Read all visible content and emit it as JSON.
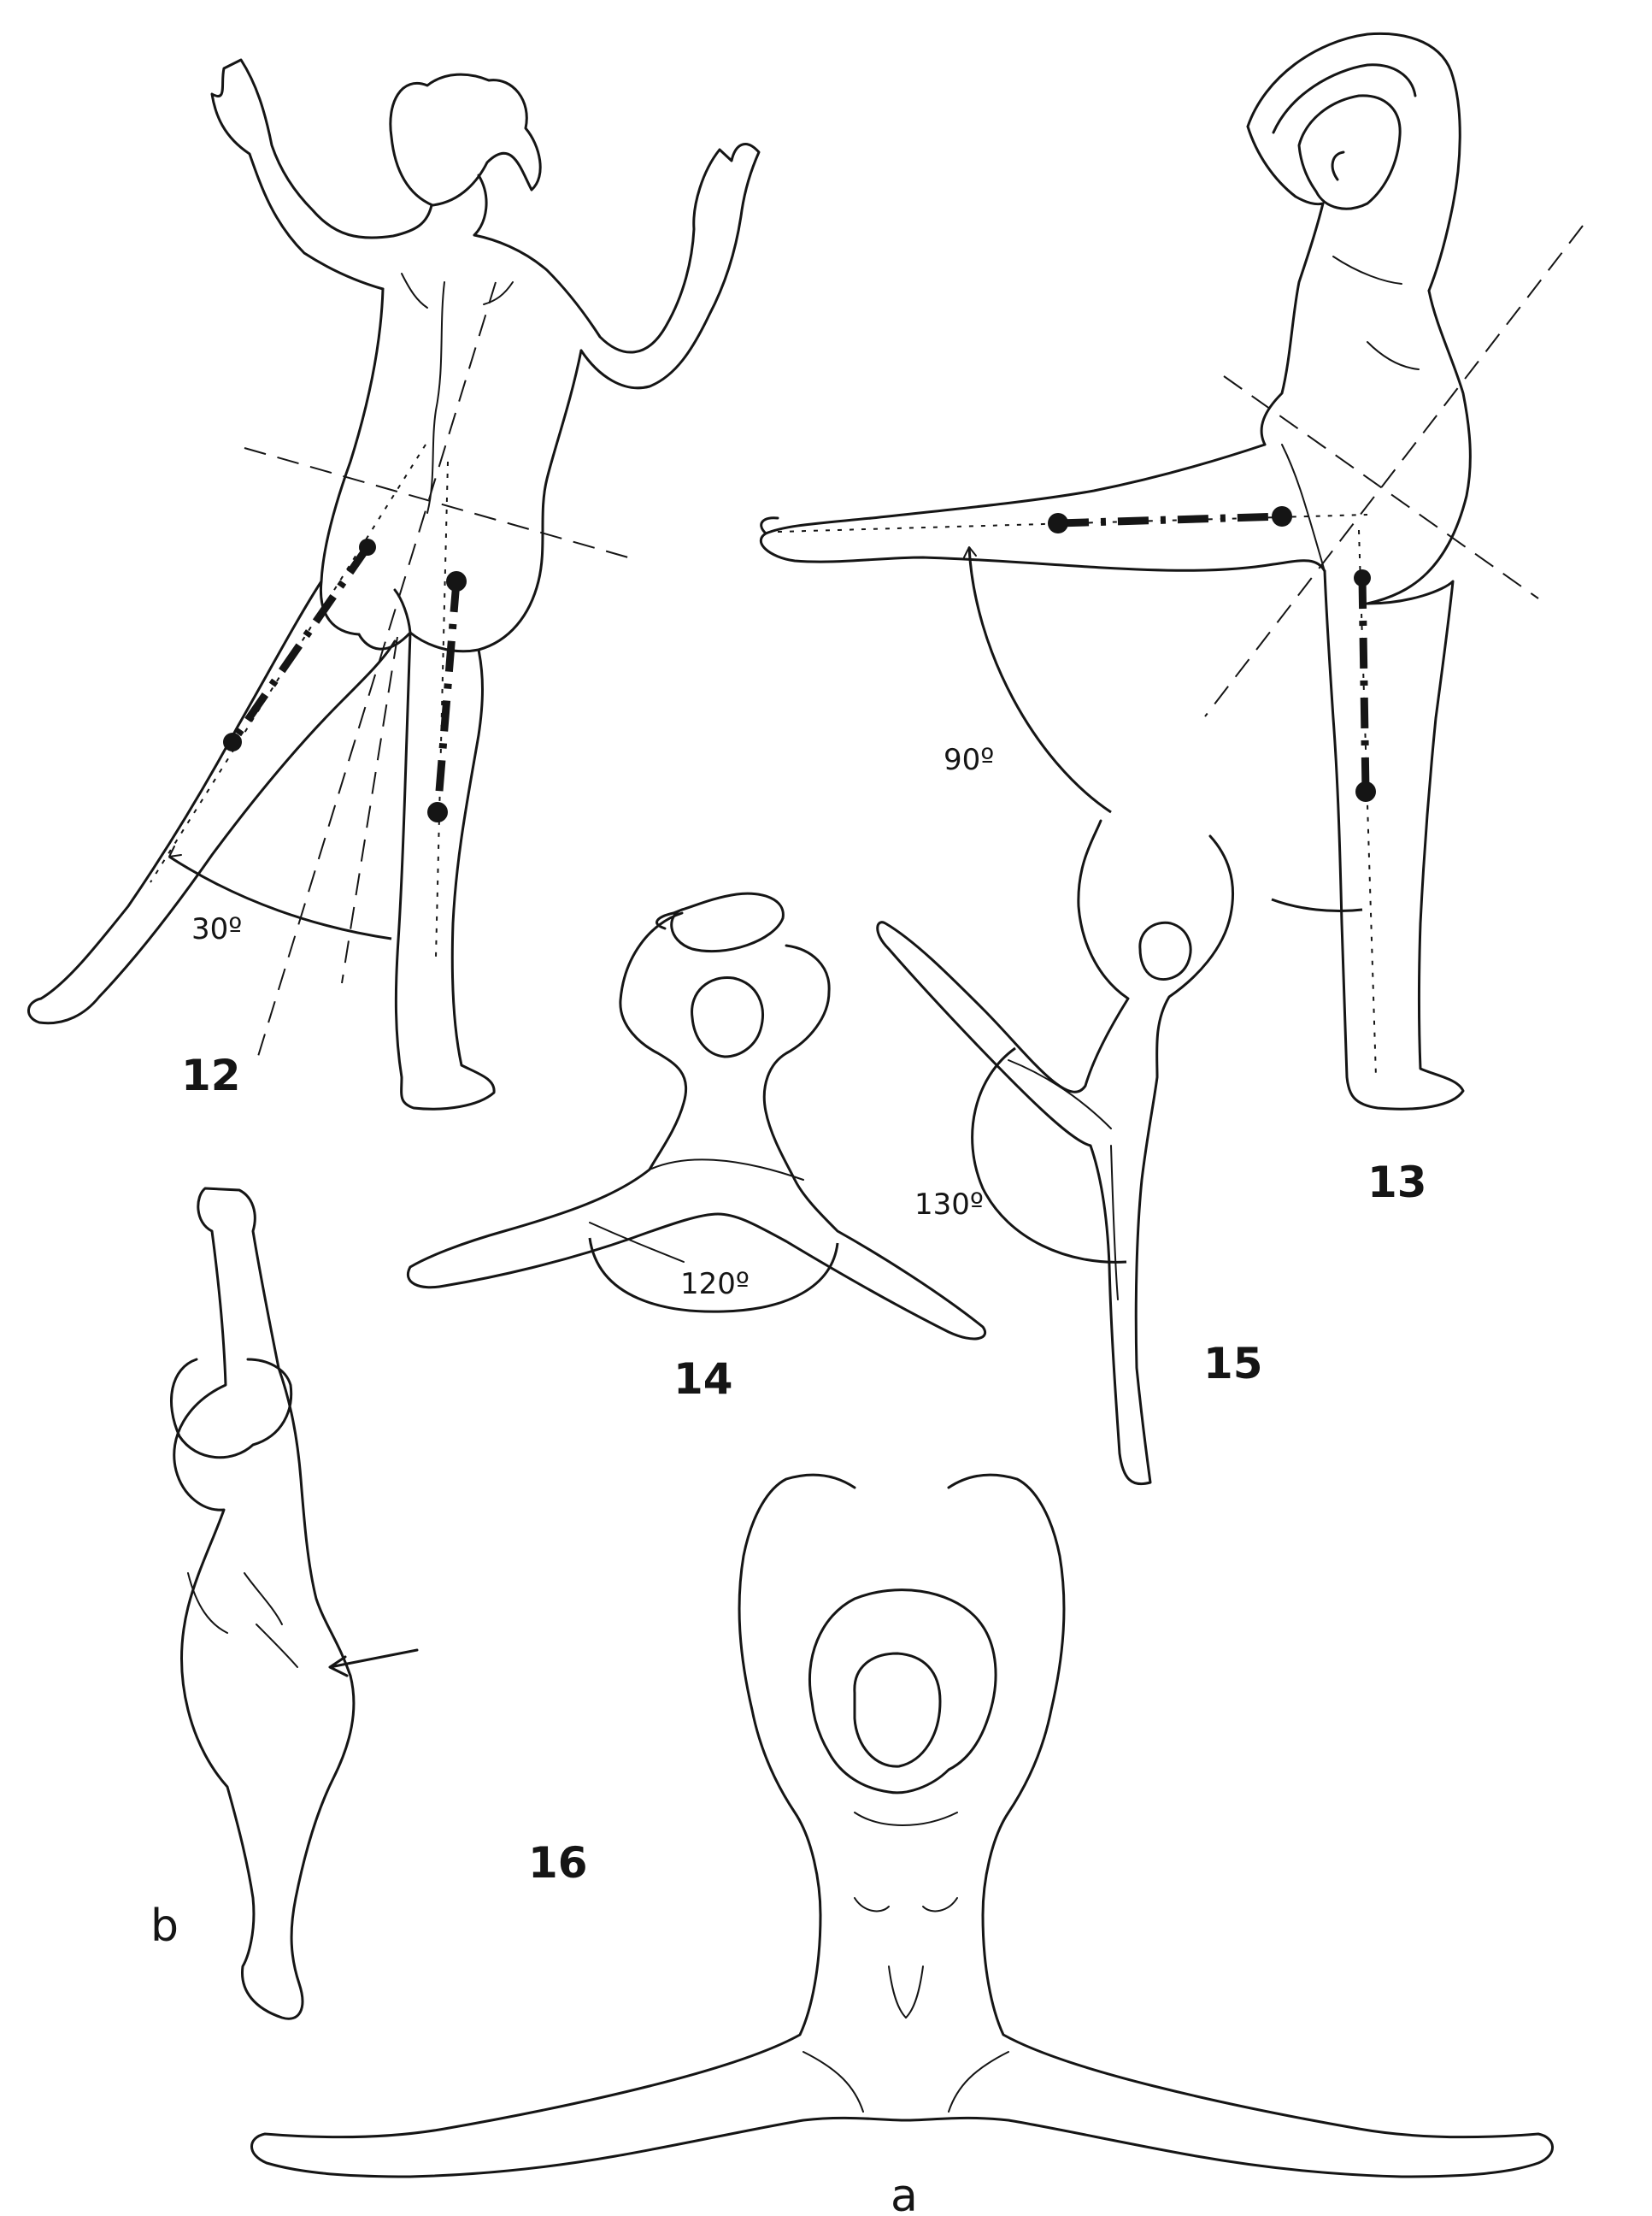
{
  "figures": [
    {
      "id": "fig12",
      "number": "12",
      "angle_label": "30º"
    },
    {
      "id": "fig13",
      "number": "13",
      "angle_label": "90º"
    },
    {
      "id": "fig14",
      "number": "14",
      "angle_label": "120º"
    },
    {
      "id": "fig15",
      "number": "15",
      "angle_label": "130º"
    },
    {
      "id": "fig16",
      "number": "16",
      "sub_labels": [
        "a",
        "b"
      ]
    }
  ],
  "colors": {
    "ink": "#151515",
    "paper": "#ffffff"
  }
}
